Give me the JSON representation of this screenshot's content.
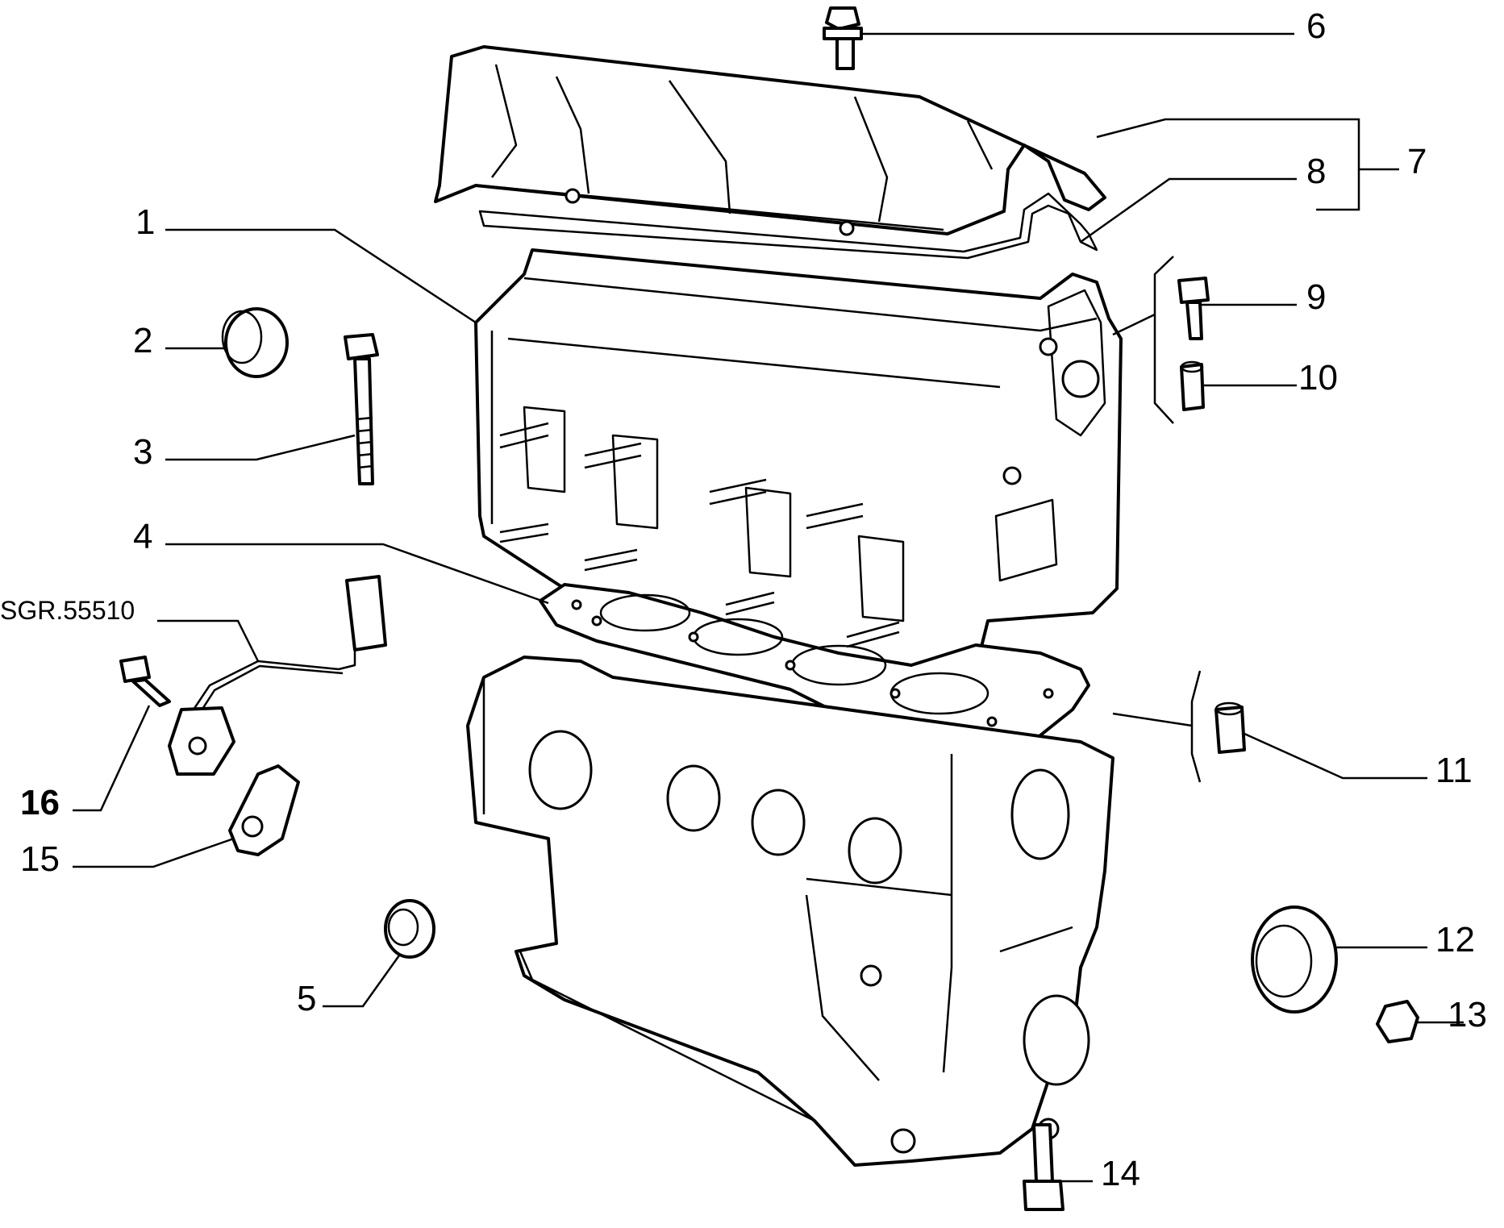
{
  "callouts": [
    {
      "id": "1",
      "text": "1"
    },
    {
      "id": "2",
      "text": "2"
    },
    {
      "id": "3",
      "text": "3"
    },
    {
      "id": "4",
      "text": "4"
    },
    {
      "id": "5",
      "text": "5"
    },
    {
      "id": "6",
      "text": "6"
    },
    {
      "id": "7",
      "text": "7"
    },
    {
      "id": "8",
      "text": "8"
    },
    {
      "id": "9",
      "text": "9"
    },
    {
      "id": "10",
      "text": "10"
    },
    {
      "id": "11",
      "text": "11"
    },
    {
      "id": "12",
      "text": "12"
    },
    {
      "id": "13",
      "text": "13"
    },
    {
      "id": "14",
      "text": "14"
    },
    {
      "id": "15",
      "text": "15"
    },
    {
      "id": "16",
      "text": "16"
    },
    {
      "id": "sgr",
      "text": "SGR.55510"
    }
  ]
}
